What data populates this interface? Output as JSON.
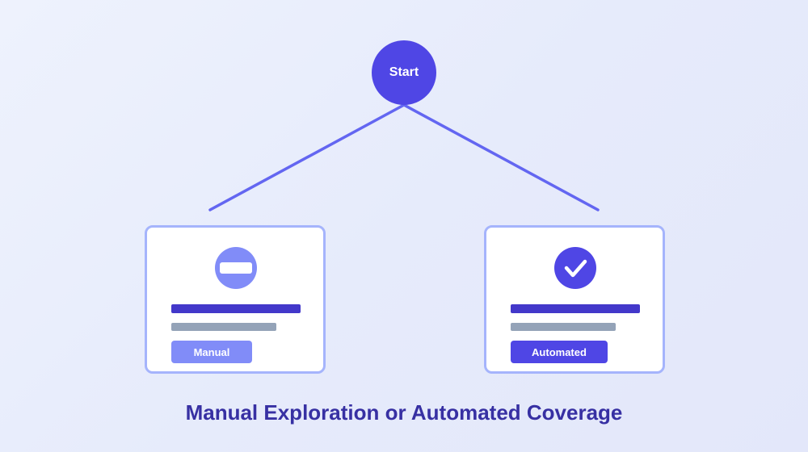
{
  "start_node": {
    "label": "Start"
  },
  "branches": [
    {
      "icon": "minus-icon",
      "button_label": "Manual"
    },
    {
      "icon": "check-icon",
      "button_label": "Automated"
    }
  ],
  "caption": "Manual Exploration or Automated Coverage",
  "colors": {
    "primary": "#4f46e5",
    "connector": "#6366f1",
    "light_accent": "#818cf8",
    "card_border": "#a5b4fc",
    "title_text": "#3730a3",
    "dark_bar": "#4338ca",
    "gray_bar": "#94a3b8"
  }
}
